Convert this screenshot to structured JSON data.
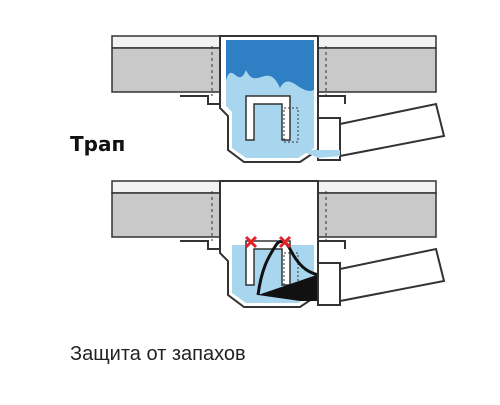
{
  "labels": {
    "trap": "Трап",
    "caption": "Защита от запахов"
  },
  "diagrams": [
    {
      "id": "trap-with-water",
      "state": "water seal"
    },
    {
      "id": "trap-dry",
      "state": "dry"
    }
  ],
  "colors": {
    "water": "#a9d6ef",
    "water_dark": "#2f7fc4",
    "slab": "#c9c9c9",
    "outline": "#333333",
    "marker": "#e2232a",
    "sludge": "#111111"
  }
}
